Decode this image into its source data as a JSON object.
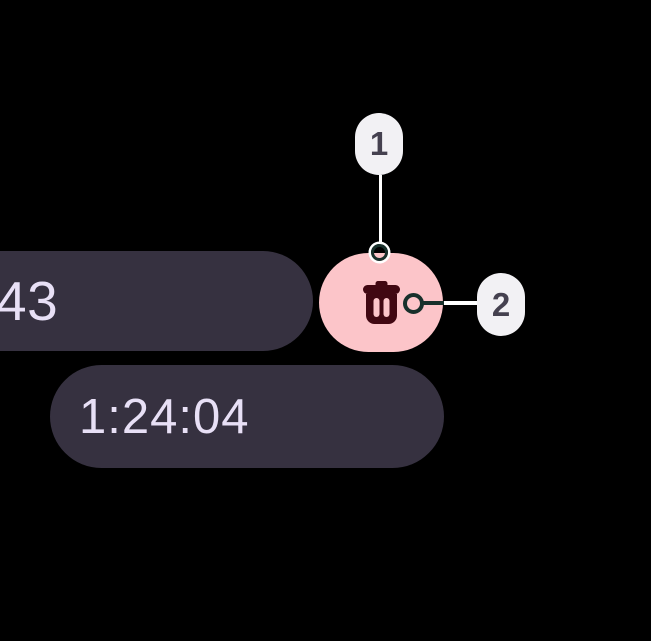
{
  "colors": {
    "background": "#000000",
    "chip_bg": "#363140",
    "chip_text": "#E8E0F6",
    "delete_button_bg": "#FCC5C9",
    "delete_icon": "#410812",
    "callout_bg": "#F2F1F4",
    "callout_text": "#45414F",
    "marker_stroke": "#18302B",
    "connector_light": "#FFFFFF"
  },
  "stopwatch": {
    "partial_time": "43",
    "lap_time": "1:24:04"
  },
  "icons": {
    "delete_button": "trash-icon"
  },
  "callouts": [
    {
      "label": "1"
    },
    {
      "label": "2"
    }
  ]
}
